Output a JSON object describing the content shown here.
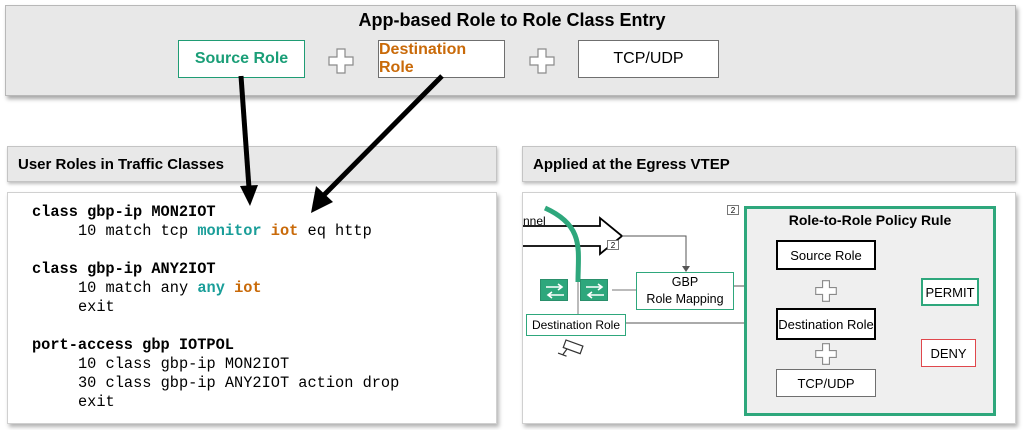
{
  "top": {
    "title": "App-based Role to Role Class Entry",
    "source_role": "Source Role",
    "destination_role": "Destination Role",
    "tcp_udp": "TCP/UDP"
  },
  "left_panel": {
    "title": "User Roles in Traffic Classes",
    "code": {
      "l1_kw": "class gbp-ip MON2IOT",
      "l2_pre": "10 match tcp ",
      "l2_teal": "monitor",
      "l2_orange": "iot",
      "l2_post": " eq http",
      "l3_kw": "class gbp-ip ANY2IOT",
      "l4_pre": "10 match any ",
      "l4_teal": "any",
      "l4_orange": "iot",
      "l5": "exit",
      "l6_kw": "port-access gbp IOTPOL",
      "l7": "10 class gbp-ip MON2IOT",
      "l8": "30 class gbp-ip ANY2IOT action drop",
      "l9": "exit"
    }
  },
  "right_panel": {
    "title": "Applied at the Egress VTEP",
    "tunnel_label": "nnel",
    "badge_top": "2",
    "badge_arrow": "2",
    "gbp_line1": "GBP",
    "gbp_line2": "Role Mapping",
    "destination_role_left": "Destination Role",
    "policy_title": "Role-to-Role Policy Rule",
    "policy_source": "Source Role",
    "policy_destination": "Destination Role",
    "policy_tcp": "TCP/UDP",
    "permit": "PERMIT",
    "deny": "DENY"
  },
  "colors": {
    "teal": "#1a9e99",
    "orange": "#c96a09",
    "green": "#2ea77c",
    "red": "#e0474c"
  }
}
